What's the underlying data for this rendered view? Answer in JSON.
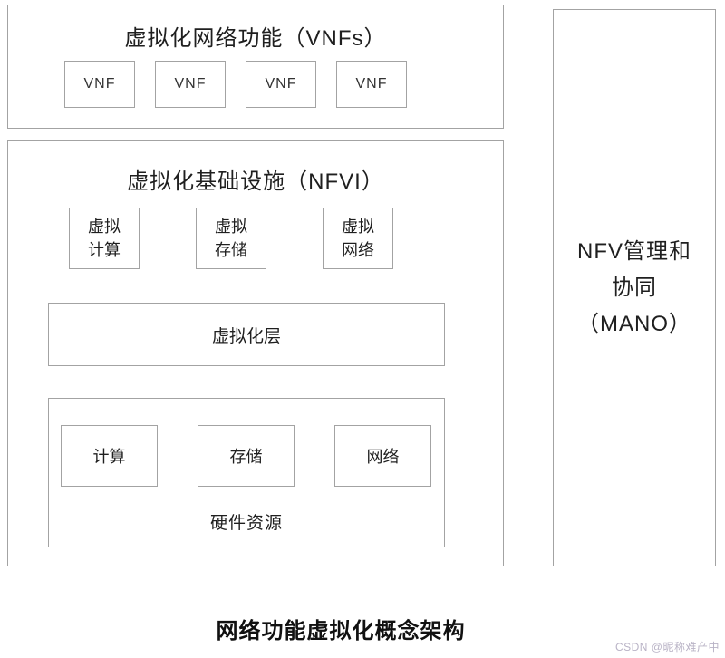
{
  "vnfs_section": {
    "title": "虚拟化网络功能（VNFs）",
    "boxes": [
      {
        "label": "VNF"
      },
      {
        "label": "VNF"
      },
      {
        "label": "VNF"
      },
      {
        "label": "VNF"
      }
    ]
  },
  "nfvi_section": {
    "title": "虚拟化基础设施（NFVI）",
    "virtual_resources": [
      {
        "label": "虚拟\n计算"
      },
      {
        "label": "虚拟\n存储"
      },
      {
        "label": "虚拟\n网络"
      }
    ],
    "virtualization_layer": {
      "label": "虚拟化层"
    },
    "hardware": {
      "resources": [
        {
          "label": "计算"
        },
        {
          "label": "存储"
        },
        {
          "label": "网络"
        }
      ],
      "label": "硬件资源"
    }
  },
  "mano_section": {
    "label": "NFV管理和\n协同\n（MANO）"
  },
  "caption": "网络功能虚拟化概念架构",
  "watermark": "CSDN @昵称难产中",
  "colors": {
    "border": "#a3a3a3",
    "text": "#1f1f1f",
    "watermark": "#b9b3c6"
  }
}
